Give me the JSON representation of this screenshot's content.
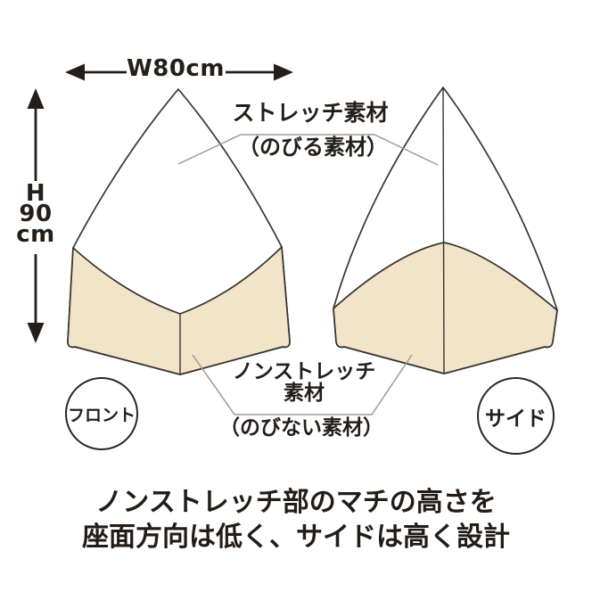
{
  "diagram": {
    "width_label": "W80cm",
    "height_label": "H\n90\ncm",
    "stretch_label": "ストレッチ素材",
    "stretch_sub_label": "（のびる素材）",
    "nonstretch_label": "ノンストレッチ\n素材",
    "nonstretch_sub_label": "（のびない素材）",
    "front_view_label": "フロント",
    "side_view_label": "サイド"
  },
  "caption": {
    "line1": "ノンストレッチ部のマチの高さを",
    "line2": "座面方向は低く、サイドは高く設計"
  },
  "colors": {
    "background": "#ffffff",
    "nonstretch_fill": "#f2e4c8",
    "stretch_fill": "#ffffff",
    "outline": "#3a332f",
    "text": "#241e1b",
    "leader_line": "#9a9a9a"
  }
}
